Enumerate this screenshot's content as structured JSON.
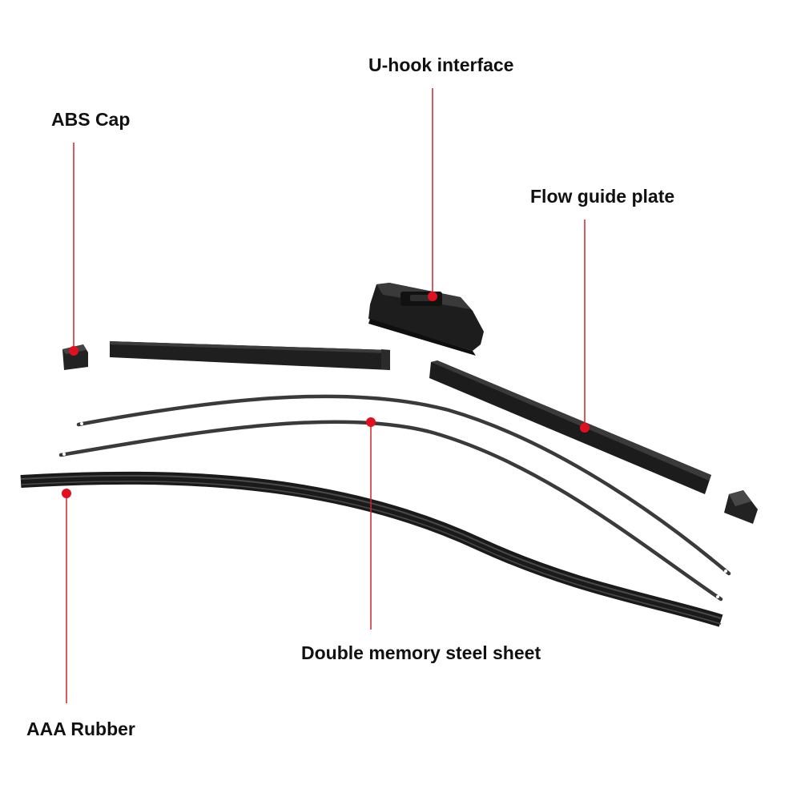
{
  "labels": {
    "abs_cap": "ABS Cap",
    "u_hook": "U-hook interface",
    "flow_guide": "Flow guide plate",
    "double_memory": "Double memory steel sheet",
    "aaa_rubber": "AAA Rubber"
  },
  "colors": {
    "leader": "#d2232a",
    "marker": "#e0101e",
    "part_dark": "#1c1c1c",
    "part_mid": "#2f2f2f",
    "steel": "#3a3a3a",
    "text": "#111111",
    "background": "#ffffff"
  }
}
